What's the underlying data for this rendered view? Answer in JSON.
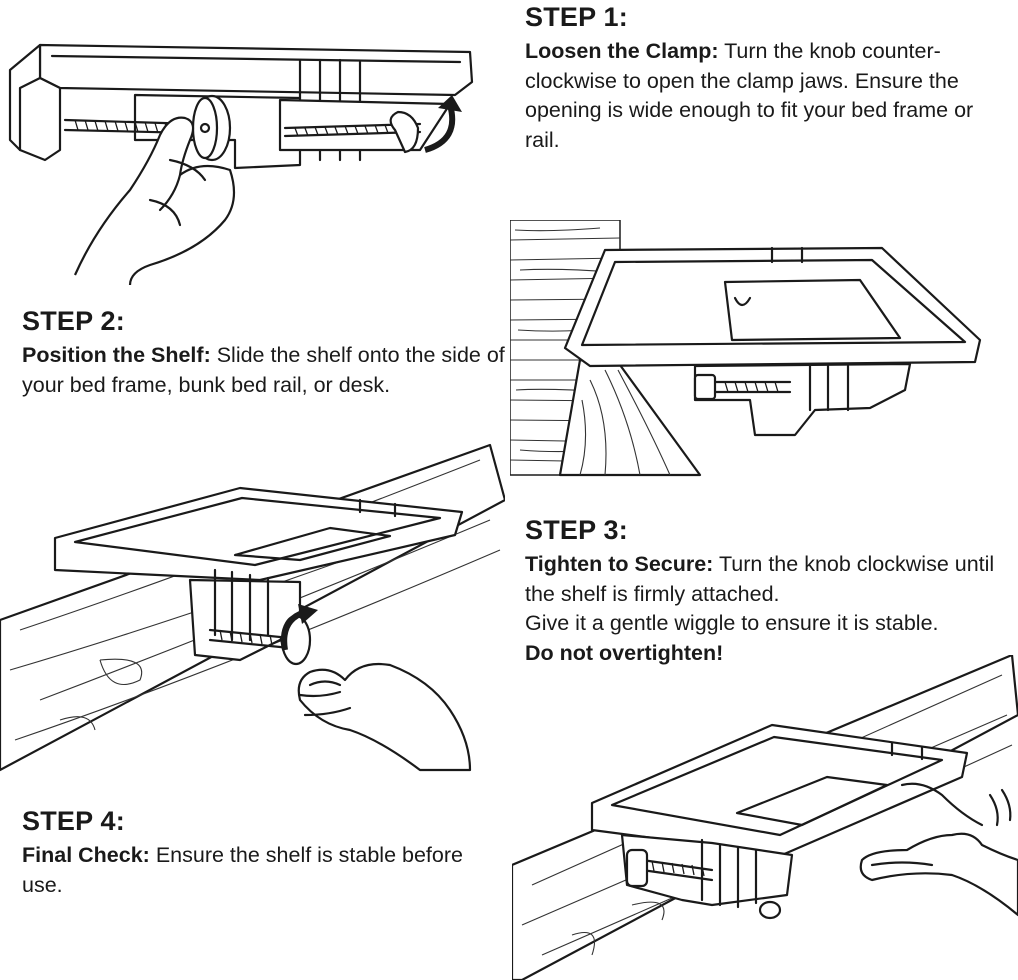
{
  "steps": [
    {
      "heading": "STEP 1:",
      "lead": "Loosen the Clamp:",
      "text": " Turn the knob counter-clockwise to open the clamp jaws. Ensure the opening is wide enough to fit your bed frame or rail."
    },
    {
      "heading": "STEP 2:",
      "lead": "Position the Shelf:",
      "text": " Slide the shelf onto the side of your bed frame, bunk bed rail, or desk."
    },
    {
      "heading": "STEP 3:",
      "lead": "Tighten to Secure:",
      "text": " Turn the knob clockwise until the shelf is firmly attached.",
      "text2": "Give it a gentle wiggle to ensure it is stable.",
      "warning": "Do not overtighten!"
    },
    {
      "heading": "STEP 4:",
      "lead": "Final Check:",
      "text": " Ensure the shelf is stable before use."
    }
  ],
  "illustrations": {
    "step1_icon": "hand-turning-clamp-knob",
    "step2_icon": "shelf-on-bed-rail",
    "step3_icon": "hand-tightening-knob",
    "step4_icon": "hand-wiggling-shelf"
  },
  "colors": {
    "ink": "#1a1a1a",
    "paper": "#ffffff"
  }
}
